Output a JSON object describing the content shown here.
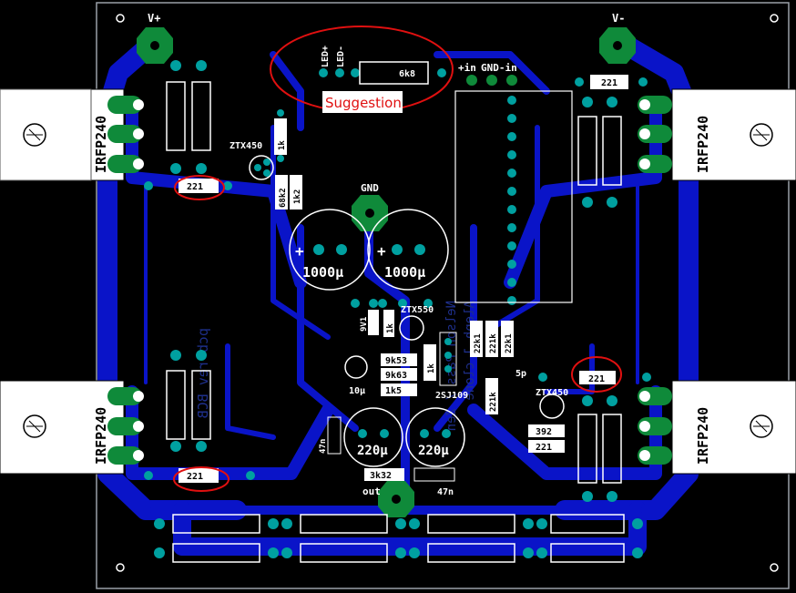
{
  "colors": {
    "background": "#000000",
    "copper": "#0a14c8",
    "pad": "#00a0a0",
    "pad_big": "#0f8a3a",
    "silk": "#ffffff",
    "annotation": "#e01010",
    "board_outline": "#9aa0a8"
  },
  "labels": {
    "vplus": "V+",
    "vminus": "V-",
    "led_plus": "LED+",
    "led_minus": "LED-",
    "r_6k8": "6k8",
    "suggestion": "Suggestion",
    "in_plus": "+in",
    "gnd_in": "GND-in",
    "r_221_top_right": "221",
    "irfp_tl": "IRFP240",
    "irfp_tr": "IRFP240",
    "irfp_bl": "IRFP240",
    "irfp_br": "IRFP240",
    "ztx450_top": "ZTX450",
    "r_1k_top": "1k",
    "r_68k2": "68k2",
    "r_1k2": "1k2",
    "r_221_top_left": "221",
    "gnd_top": "GND",
    "cap_1000_left": "1000μ",
    "cap_1000_right": "1000μ",
    "ztx550": "ZTX550",
    "z_9v1": "9V1",
    "r_1k_mid": "1k",
    "r_9k53": "9k53",
    "r_9k63": "9k63",
    "r_1k5": "1k5",
    "cap_10u": "10μ",
    "r_1k_vert": "1k",
    "jfet_2sj109": "2SJ109",
    "r_22k1_a": "22k1",
    "r_221k_a": "221k",
    "r_22k1_b": "22k1",
    "r_221k_b": "221k",
    "cap_5p": "5p",
    "r_221_mid_right": "221",
    "ztx450_bottom": "ZTX450",
    "r_392": "392",
    "r_221_lower_right": "221",
    "cap_47n_left": "47n",
    "cap_220_left": "220μ",
    "cap_220_right": "220μ",
    "r_3k32": "3k32",
    "out": "out",
    "cap_47n_bottom": "47n",
    "r_221_bottom_left": "221",
    "bottom_mirror_1": "pcb rev BCB",
    "bottom_mirror_2": "Nelson Pass / Zen",
    "bottom_mirror_3": "Aleph J clone"
  }
}
